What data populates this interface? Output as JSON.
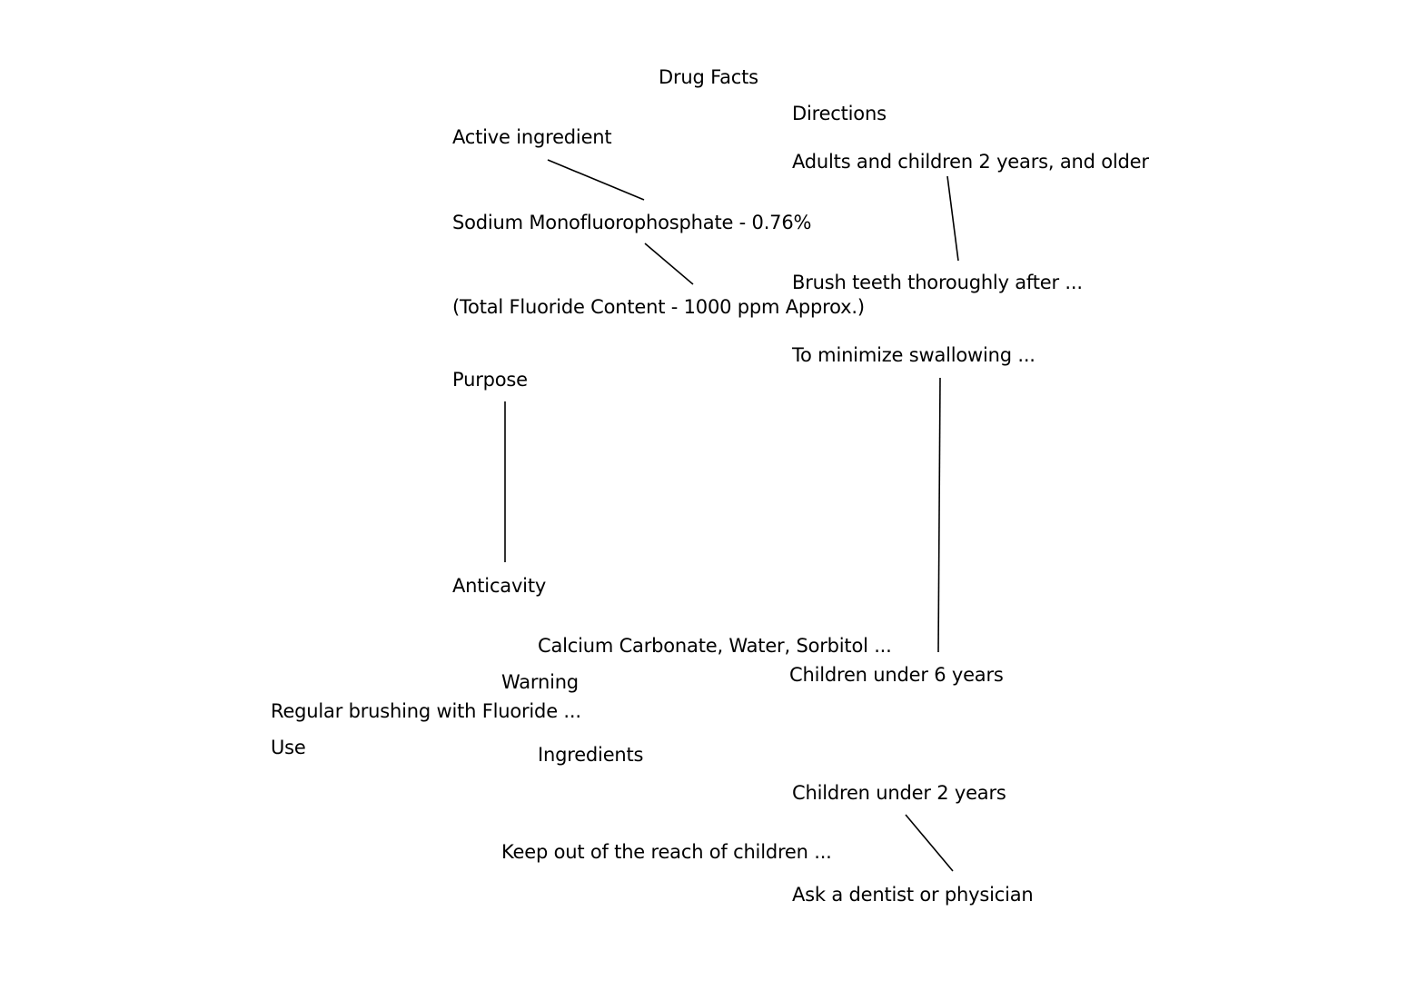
{
  "title": "Drug Facts",
  "left_column": {
    "active_ingredient_heading": "Active ingredient",
    "active_ingredient_value": "Sodium Monofluorophosphate - 0.76%",
    "fluoride_content": "(Total Fluoride Content - 1000 ppm Approx.)",
    "purpose_heading": "Purpose",
    "purpose_value": "Anticavity"
  },
  "right_column": {
    "directions_heading": "Directions",
    "adults_children": "Adults and children 2 years, and older",
    "brush_teeth": "Brush teeth thoroughly after ...",
    "minimize_swallowing": "To minimize swallowing ...",
    "children_under_6": "Children under 6 years",
    "children_under_2": "Children under 2 years",
    "ask_dentist": "Ask a dentist or physician"
  },
  "bottom_section": {
    "inactive_ingredients": "Calcium Carbonate, Water, Sorbitol ...",
    "warning_heading": "Warning",
    "regular_brushing": "Regular brushing with Fluoride ...",
    "use_heading": "Use",
    "ingredients_heading": "Ingredients",
    "keep_out_of_reach": "Keep out of the reach of children ..."
  }
}
